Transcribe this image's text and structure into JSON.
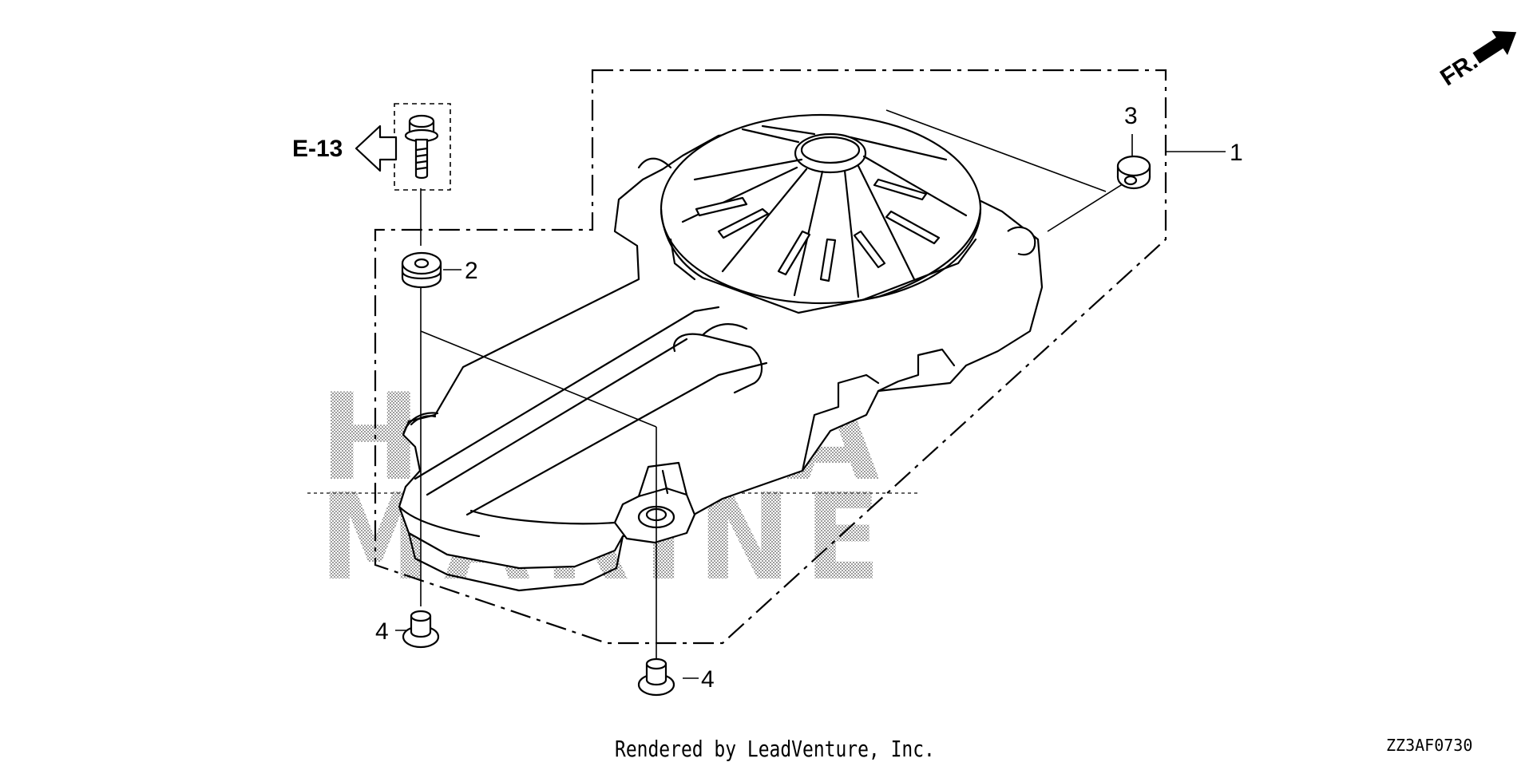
{
  "callouts": {
    "part1": "1",
    "part2": "2",
    "part3": "3",
    "part4a": "4",
    "part4b": "4"
  },
  "reference_label": "E-13",
  "front_label": "FR.",
  "watermark": {
    "line1": "HONDA",
    "line2": "MARINE"
  },
  "footer": {
    "credit": "Rendered by LeadVenture, Inc.",
    "diagram_code": "ZZ3AF0730"
  }
}
